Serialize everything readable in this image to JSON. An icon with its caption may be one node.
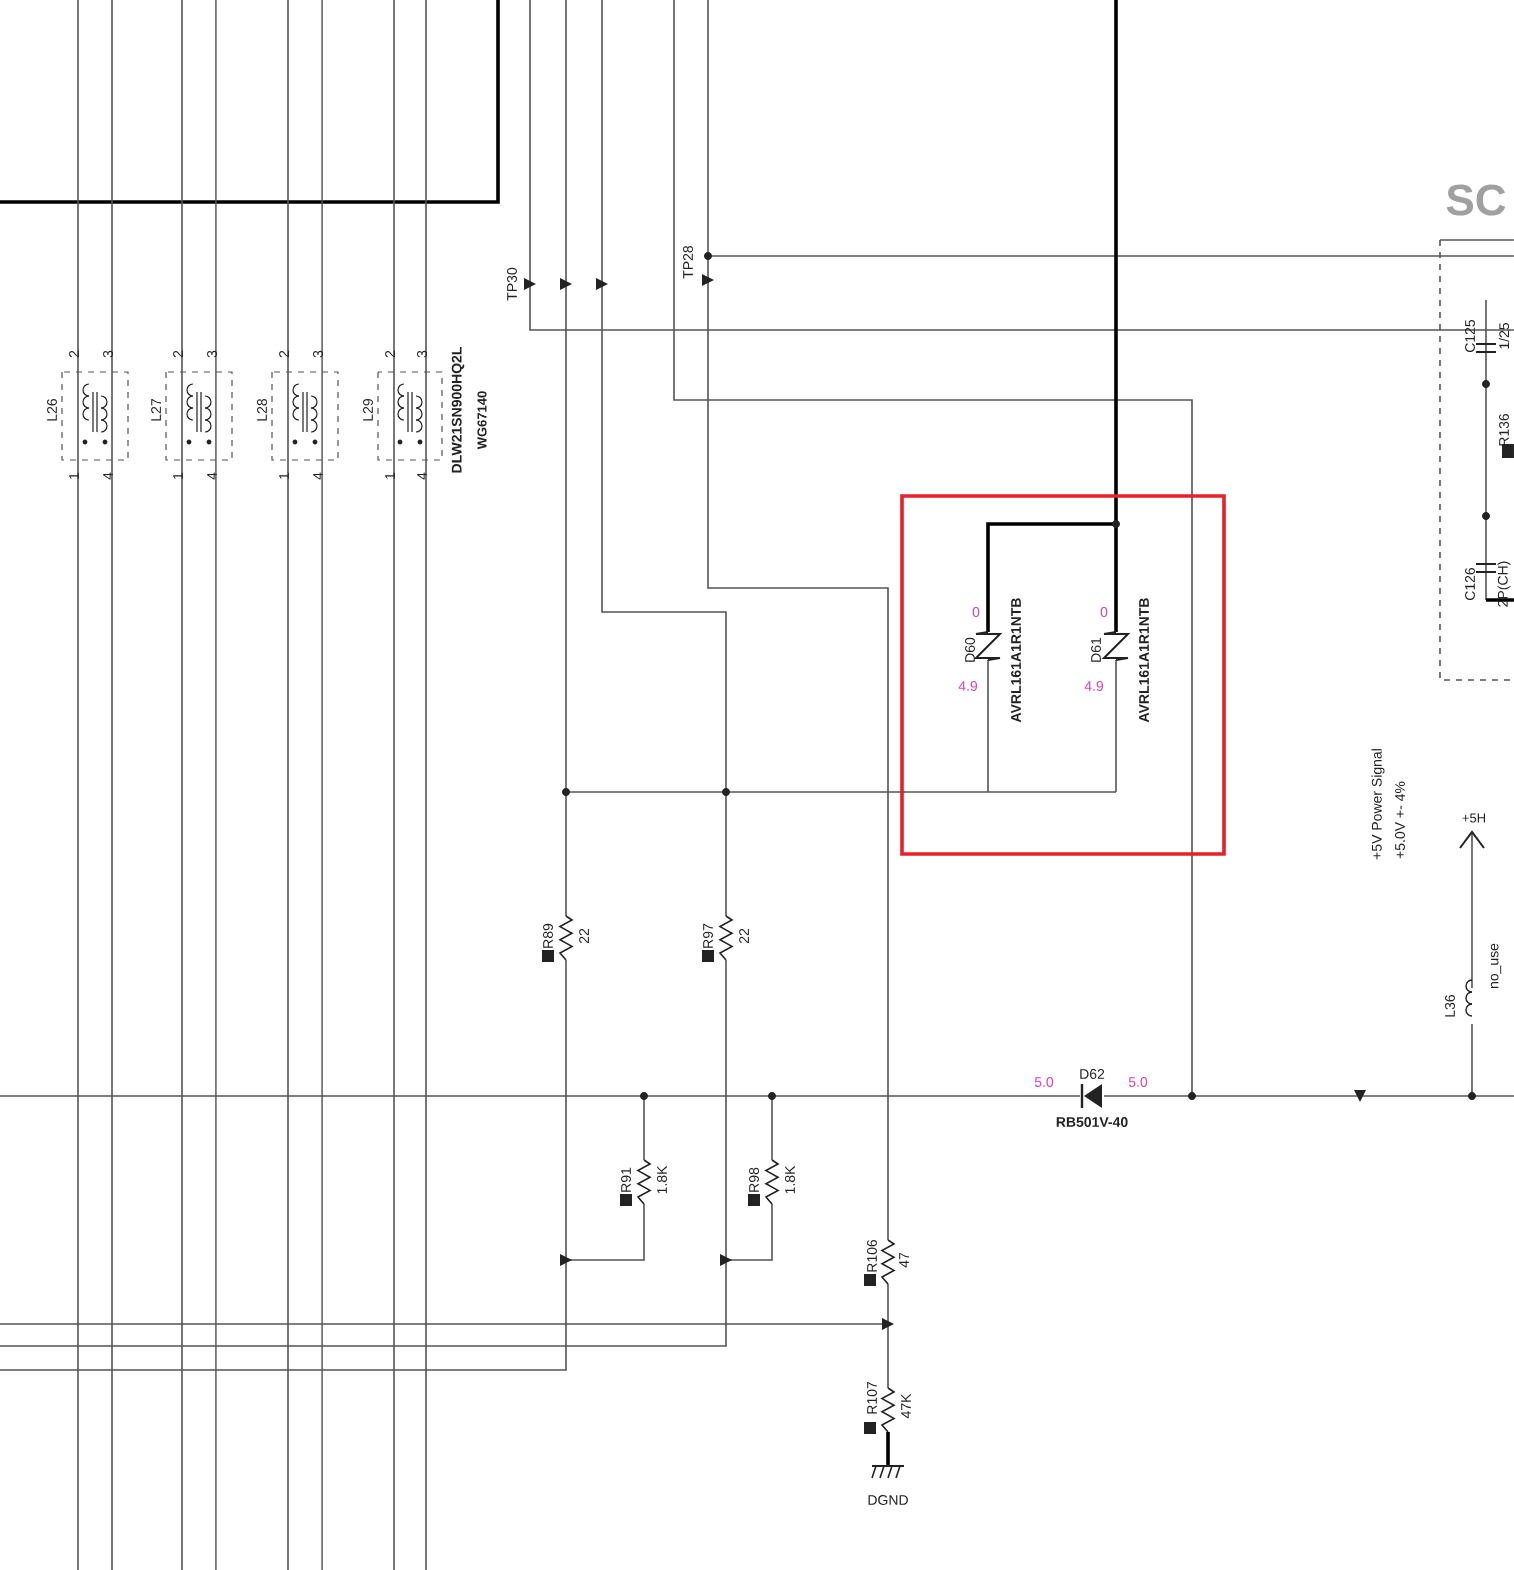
{
  "diagram": {
    "labels": [
      "SC",
      "TP30",
      "TP28",
      "2",
      "3",
      "L26",
      "1",
      "4",
      "2",
      "3",
      "L27",
      "1",
      "4",
      "2",
      "3",
      "L28",
      "1",
      "4",
      "2",
      "3",
      "L29",
      "1",
      "4",
      "DLW21SN900HQ2L",
      "WG67140",
      "C125",
      "1/25",
      "R136",
      "C126",
      "2P(CH)",
      "0",
      "D60",
      "4.9",
      "AVRL161A1R1NTB",
      "0",
      "D61",
      "4.9",
      "AVRL161A1R1NTB",
      "+5V Power Signal",
      "+5.0V +- 4%",
      "+5H",
      "L36",
      "no_use",
      "R89",
      "22",
      "R97",
      "22",
      "5.0",
      "D62",
      "5.0",
      "RB501V-40",
      "R91",
      "1.8K",
      "R98",
      "1.8K",
      "R106",
      "47",
      "R107",
      "47K",
      "DGND"
    ]
  }
}
